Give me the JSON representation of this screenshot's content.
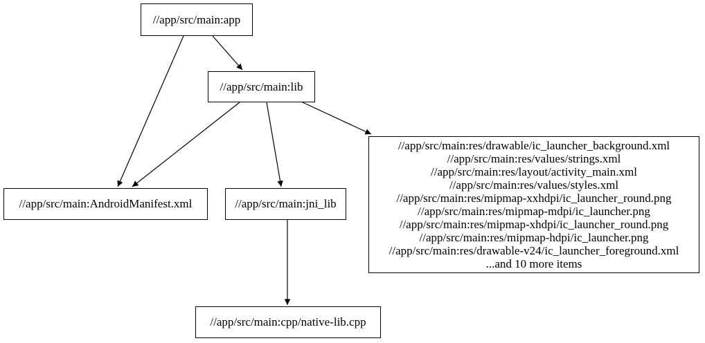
{
  "graph": {
    "type": "dependency-graph",
    "background_color": "#ffffff",
    "node_fill_color": "#ffffff",
    "node_border_color": "#000000",
    "edge_color": "#000000",
    "text_color": "#000000",
    "nodes": {
      "app": {
        "label": "//app/src/main:app"
      },
      "lib": {
        "label": "//app/src/main:lib"
      },
      "android_manifest": {
        "label": "//app/src/main:AndroidManifest.xml"
      },
      "jni_lib": {
        "label": "//app/src/main:jni_lib"
      },
      "res_group": {
        "lines": [
          "//app/src/main:res/drawable/ic_launcher_background.xml",
          "//app/src/main:res/values/strings.xml",
          "//app/src/main:res/layout/activity_main.xml",
          "//app/src/main:res/values/styles.xml",
          "//app/src/main:res/mipmap-xxhdpi/ic_launcher_round.png",
          "//app/src/main:res/mipmap-mdpi/ic_launcher.png",
          "//app/src/main:res/mipmap-xhdpi/ic_launcher_round.png",
          "//app/src/main:res/mipmap-hdpi/ic_launcher.png",
          "//app/src/main:res/drawable-v24/ic_launcher_foreground.xml",
          "...and 10 more items"
        ]
      },
      "native_lib": {
        "label": "//app/src/main:cpp/native-lib.cpp"
      }
    },
    "edges": [
      {
        "from": "app",
        "to": "lib"
      },
      {
        "from": "app",
        "to": "android_manifest"
      },
      {
        "from": "lib",
        "to": "android_manifest"
      },
      {
        "from": "lib",
        "to": "jni_lib"
      },
      {
        "from": "lib",
        "to": "res_group"
      },
      {
        "from": "jni_lib",
        "to": "native_lib"
      }
    ]
  }
}
